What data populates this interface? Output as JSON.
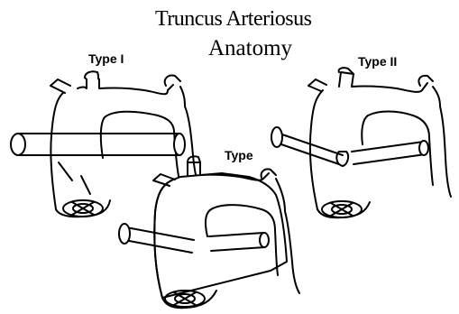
{
  "title": "Truncus Arteriosus",
  "subtitle": "Anatomy",
  "diagrams": [
    {
      "label": "Type I"
    },
    {
      "label": "Type II"
    },
    {
      "label": "Type"
    }
  ]
}
